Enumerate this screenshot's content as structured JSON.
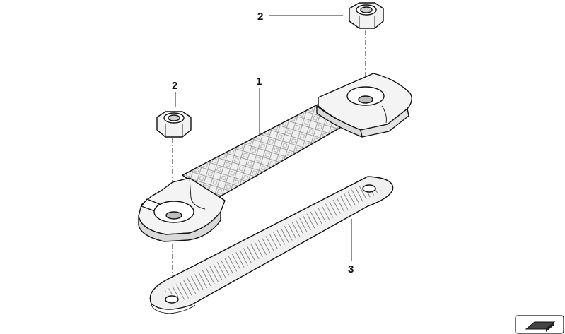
{
  "callouts": [
    {
      "id": "callout-2-upper",
      "label": "2"
    },
    {
      "id": "callout-1",
      "label": "1"
    },
    {
      "id": "callout-2-lower",
      "label": "2"
    },
    {
      "id": "callout-3",
      "label": "3"
    }
  ],
  "colors": {
    "line": "#111111",
    "part_fill": "#f2f2f2",
    "shade": "#d9d9d9",
    "dark_shade": "#bdbdbd",
    "background": "#ffffff"
  },
  "icons": [
    "nut-icon",
    "ground-strap-icon",
    "insulating-pad-icon",
    "corner-logo-icon"
  ]
}
